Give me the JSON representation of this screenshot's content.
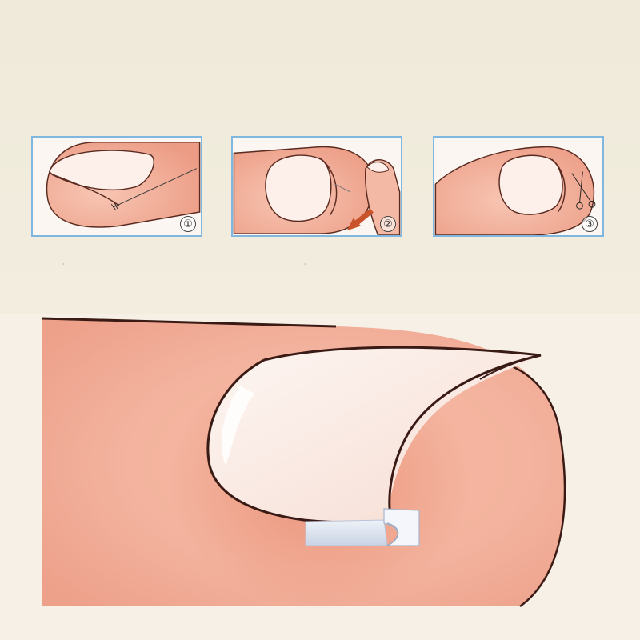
{
  "steps": [
    {
      "number": "①"
    },
    {
      "number": "②"
    },
    {
      "number": "③"
    }
  ],
  "colors": {
    "background_top": "#efead9",
    "background_bottom": "#f6f0e6",
    "panel_border": "#7fb7e0",
    "skin": "#f3b39e",
    "skin_shadow": "#e88f76",
    "nail": "#fbe9e1",
    "outline": "#3a1a14",
    "arrow": "#c9532a",
    "strip": "#dfe6f2"
  },
  "icons": [
    "finger-icon",
    "arrow-icon",
    "scissors-icon",
    "nail-strip-icon"
  ]
}
